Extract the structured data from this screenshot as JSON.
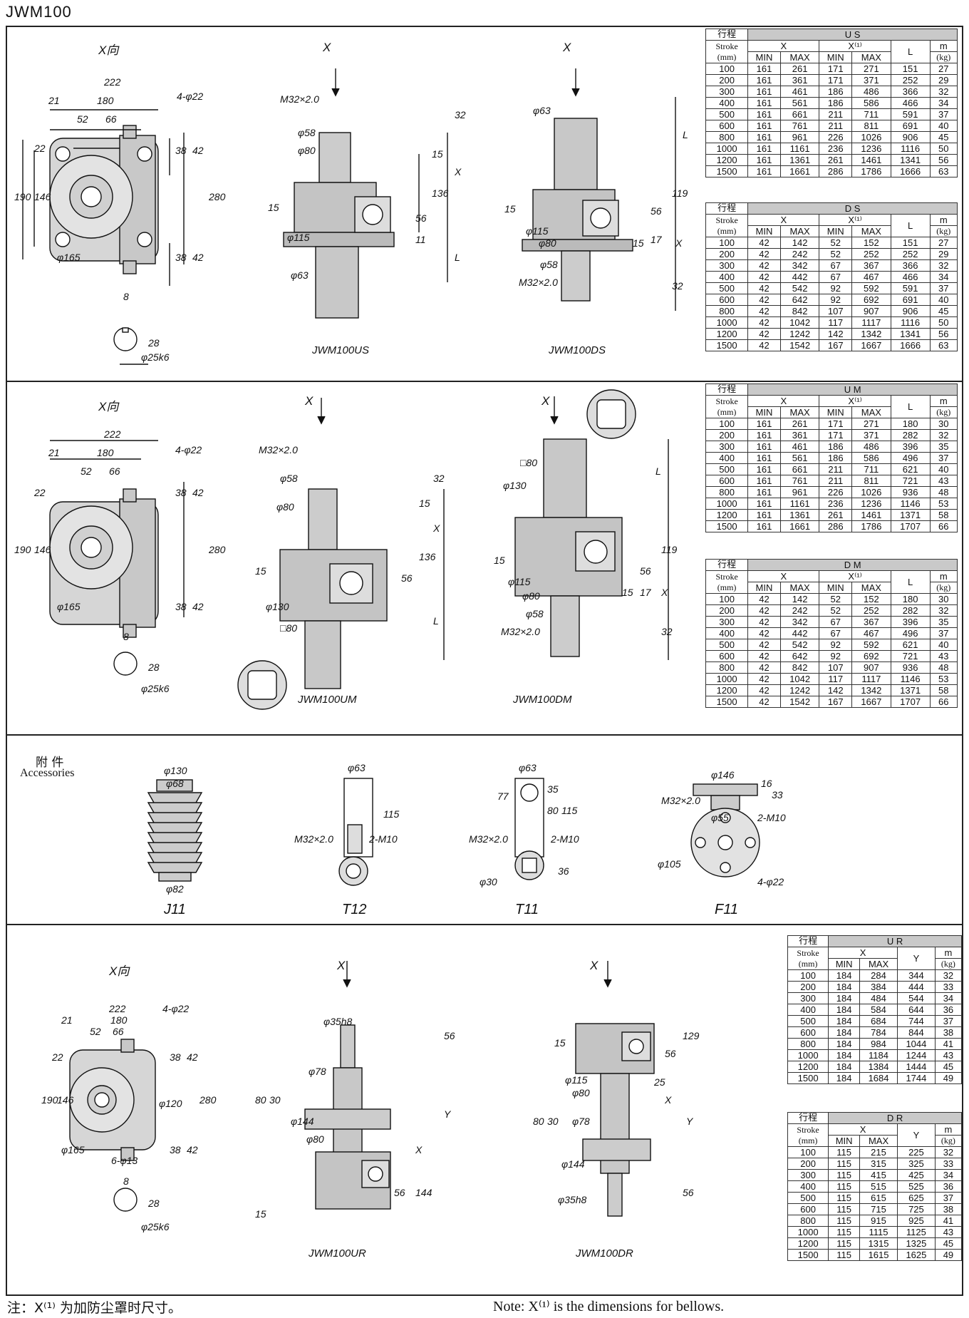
{
  "title": "JWM100",
  "dim_labels": {
    "x_dir": "X向",
    "x_arrow": "X",
    "d222": "222",
    "d21": "21",
    "d180": "180",
    "d52": "52",
    "d66": "66",
    "holes": "4-φ22",
    "d22": "22",
    "d38": "38",
    "d42": "42",
    "d190": "190",
    "d146": "146",
    "d280": "280",
    "phi165": "φ165",
    "d8": "8",
    "d28": "28",
    "phi25k6": "φ25k6",
    "m32": "M32×2.0",
    "phi58": "φ58",
    "phi80": "φ80",
    "phi63": "φ63",
    "phi115": "φ115",
    "d32": "32",
    "d15": "15",
    "d136": "136",
    "d56": "56",
    "d11": "11",
    "d119": "119",
    "d17": "17",
    "L": "L",
    "X": "X",
    "Y": "Y",
    "phi130": "φ130",
    "sq80": "□80",
    "phi120": "φ120",
    "holes6": "6-φ13",
    "phi35h8": "φ35h8",
    "phi78": "φ78",
    "phi144": "φ144",
    "d30": "30",
    "d80": "80",
    "d144": "144",
    "d129": "129",
    "d25": "25",
    "phi68": "φ68",
    "phi82": "φ82",
    "d115": "115",
    "m10": "2-M10",
    "d77": "77",
    "d35": "35",
    "phi30": "φ30",
    "d36": "36",
    "phi146": "φ146",
    "d16": "16",
    "d33": "33",
    "phi55": "φ55",
    "phi105": "φ105"
  },
  "models": {
    "us": "JWM100US",
    "ds": "JWM100DS",
    "um": "JWM100UM",
    "dm": "JWM100DM",
    "ur": "JWM100UR",
    "dr": "JWM100DR"
  },
  "accessories": {
    "title_cn": "附 件",
    "title_en": "Accessories",
    "j11": "J11",
    "t12": "T12",
    "t11": "T11",
    "f11": "F11"
  },
  "table_headers": {
    "stroke_cn": "行程",
    "stroke_en": "Stroke",
    "stroke_unit": "(mm)",
    "x": "X",
    "x1": "X⁽¹⁾",
    "min": "MIN",
    "max": "MAX",
    "l": "L",
    "y": "Y",
    "m": "m",
    "kg": "(kg)"
  },
  "tables": {
    "US": {
      "title": "U S",
      "rows": [
        [
          "100",
          "161",
          "261",
          "171",
          "271",
          "151",
          "27"
        ],
        [
          "200",
          "161",
          "361",
          "171",
          "371",
          "252",
          "29"
        ],
        [
          "300",
          "161",
          "461",
          "186",
          "486",
          "366",
          "32"
        ],
        [
          "400",
          "161",
          "561",
          "186",
          "586",
          "466",
          "34"
        ],
        [
          "500",
          "161",
          "661",
          "211",
          "711",
          "591",
          "37"
        ],
        [
          "600",
          "161",
          "761",
          "211",
          "811",
          "691",
          "40"
        ],
        [
          "800",
          "161",
          "961",
          "226",
          "1026",
          "906",
          "45"
        ],
        [
          "1000",
          "161",
          "1161",
          "236",
          "1236",
          "1116",
          "50"
        ],
        [
          "1200",
          "161",
          "1361",
          "261",
          "1461",
          "1341",
          "56"
        ],
        [
          "1500",
          "161",
          "1661",
          "286",
          "1786",
          "1666",
          "63"
        ]
      ]
    },
    "DS": {
      "title": "D S",
      "rows": [
        [
          "100",
          "42",
          "142",
          "52",
          "152",
          "151",
          "27"
        ],
        [
          "200",
          "42",
          "242",
          "52",
          "252",
          "252",
          "29"
        ],
        [
          "300",
          "42",
          "342",
          "67",
          "367",
          "366",
          "32"
        ],
        [
          "400",
          "42",
          "442",
          "67",
          "467",
          "466",
          "34"
        ],
        [
          "500",
          "42",
          "542",
          "92",
          "592",
          "591",
          "37"
        ],
        [
          "600",
          "42",
          "642",
          "92",
          "692",
          "691",
          "40"
        ],
        [
          "800",
          "42",
          "842",
          "107",
          "907",
          "906",
          "45"
        ],
        [
          "1000",
          "42",
          "1042",
          "117",
          "1117",
          "1116",
          "50"
        ],
        [
          "1200",
          "42",
          "1242",
          "142",
          "1342",
          "1341",
          "56"
        ],
        [
          "1500",
          "42",
          "1542",
          "167",
          "1667",
          "1666",
          "63"
        ]
      ]
    },
    "UM": {
      "title": "U M",
      "rows": [
        [
          "100",
          "161",
          "261",
          "171",
          "271",
          "180",
          "30"
        ],
        [
          "200",
          "161",
          "361",
          "171",
          "371",
          "282",
          "32"
        ],
        [
          "300",
          "161",
          "461",
          "186",
          "486",
          "396",
          "35"
        ],
        [
          "400",
          "161",
          "561",
          "186",
          "586",
          "496",
          "37"
        ],
        [
          "500",
          "161",
          "661",
          "211",
          "711",
          "621",
          "40"
        ],
        [
          "600",
          "161",
          "761",
          "211",
          "811",
          "721",
          "43"
        ],
        [
          "800",
          "161",
          "961",
          "226",
          "1026",
          "936",
          "48"
        ],
        [
          "1000",
          "161",
          "1161",
          "236",
          "1236",
          "1146",
          "53"
        ],
        [
          "1200",
          "161",
          "1361",
          "261",
          "1461",
          "1371",
          "58"
        ],
        [
          "1500",
          "161",
          "1661",
          "286",
          "1786",
          "1707",
          "66"
        ]
      ]
    },
    "DM": {
      "title": "D M",
      "rows": [
        [
          "100",
          "42",
          "142",
          "52",
          "152",
          "180",
          "30"
        ],
        [
          "200",
          "42",
          "242",
          "52",
          "252",
          "282",
          "32"
        ],
        [
          "300",
          "42",
          "342",
          "67",
          "367",
          "396",
          "35"
        ],
        [
          "400",
          "42",
          "442",
          "67",
          "467",
          "496",
          "37"
        ],
        [
          "500",
          "42",
          "542",
          "92",
          "592",
          "621",
          "40"
        ],
        [
          "600",
          "42",
          "642",
          "92",
          "692",
          "721",
          "43"
        ],
        [
          "800",
          "42",
          "842",
          "107",
          "907",
          "936",
          "48"
        ],
        [
          "1000",
          "42",
          "1042",
          "117",
          "1117",
          "1146",
          "53"
        ],
        [
          "1200",
          "42",
          "1242",
          "142",
          "1342",
          "1371",
          "58"
        ],
        [
          "1500",
          "42",
          "1542",
          "167",
          "1667",
          "1707",
          "66"
        ]
      ]
    },
    "UR": {
      "title": "U R",
      "rows": [
        [
          "100",
          "184",
          "284",
          "344",
          "32"
        ],
        [
          "200",
          "184",
          "384",
          "444",
          "33"
        ],
        [
          "300",
          "184",
          "484",
          "544",
          "34"
        ],
        [
          "400",
          "184",
          "584",
          "644",
          "36"
        ],
        [
          "500",
          "184",
          "684",
          "744",
          "37"
        ],
        [
          "600",
          "184",
          "784",
          "844",
          "38"
        ],
        [
          "800",
          "184",
          "984",
          "1044",
          "41"
        ],
        [
          "1000",
          "184",
          "1184",
          "1244",
          "43"
        ],
        [
          "1200",
          "184",
          "1384",
          "1444",
          "45"
        ],
        [
          "1500",
          "184",
          "1684",
          "1744",
          "49"
        ]
      ]
    },
    "DR": {
      "title": "D R",
      "rows": [
        [
          "100",
          "115",
          "215",
          "225",
          "32"
        ],
        [
          "200",
          "115",
          "315",
          "325",
          "33"
        ],
        [
          "300",
          "115",
          "415",
          "425",
          "34"
        ],
        [
          "400",
          "115",
          "515",
          "525",
          "36"
        ],
        [
          "500",
          "115",
          "615",
          "625",
          "37"
        ],
        [
          "600",
          "115",
          "715",
          "725",
          "38"
        ],
        [
          "800",
          "115",
          "915",
          "925",
          "41"
        ],
        [
          "1000",
          "115",
          "1115",
          "1125",
          "43"
        ],
        [
          "1200",
          "115",
          "1315",
          "1325",
          "45"
        ],
        [
          "1500",
          "115",
          "1615",
          "1625",
          "49"
        ]
      ]
    }
  },
  "notes": {
    "cn": "注：X⁽¹⁾ 为加防尘罩时尺寸。",
    "en": "Note: X⁽¹⁾ is the dimensions for bellows."
  }
}
